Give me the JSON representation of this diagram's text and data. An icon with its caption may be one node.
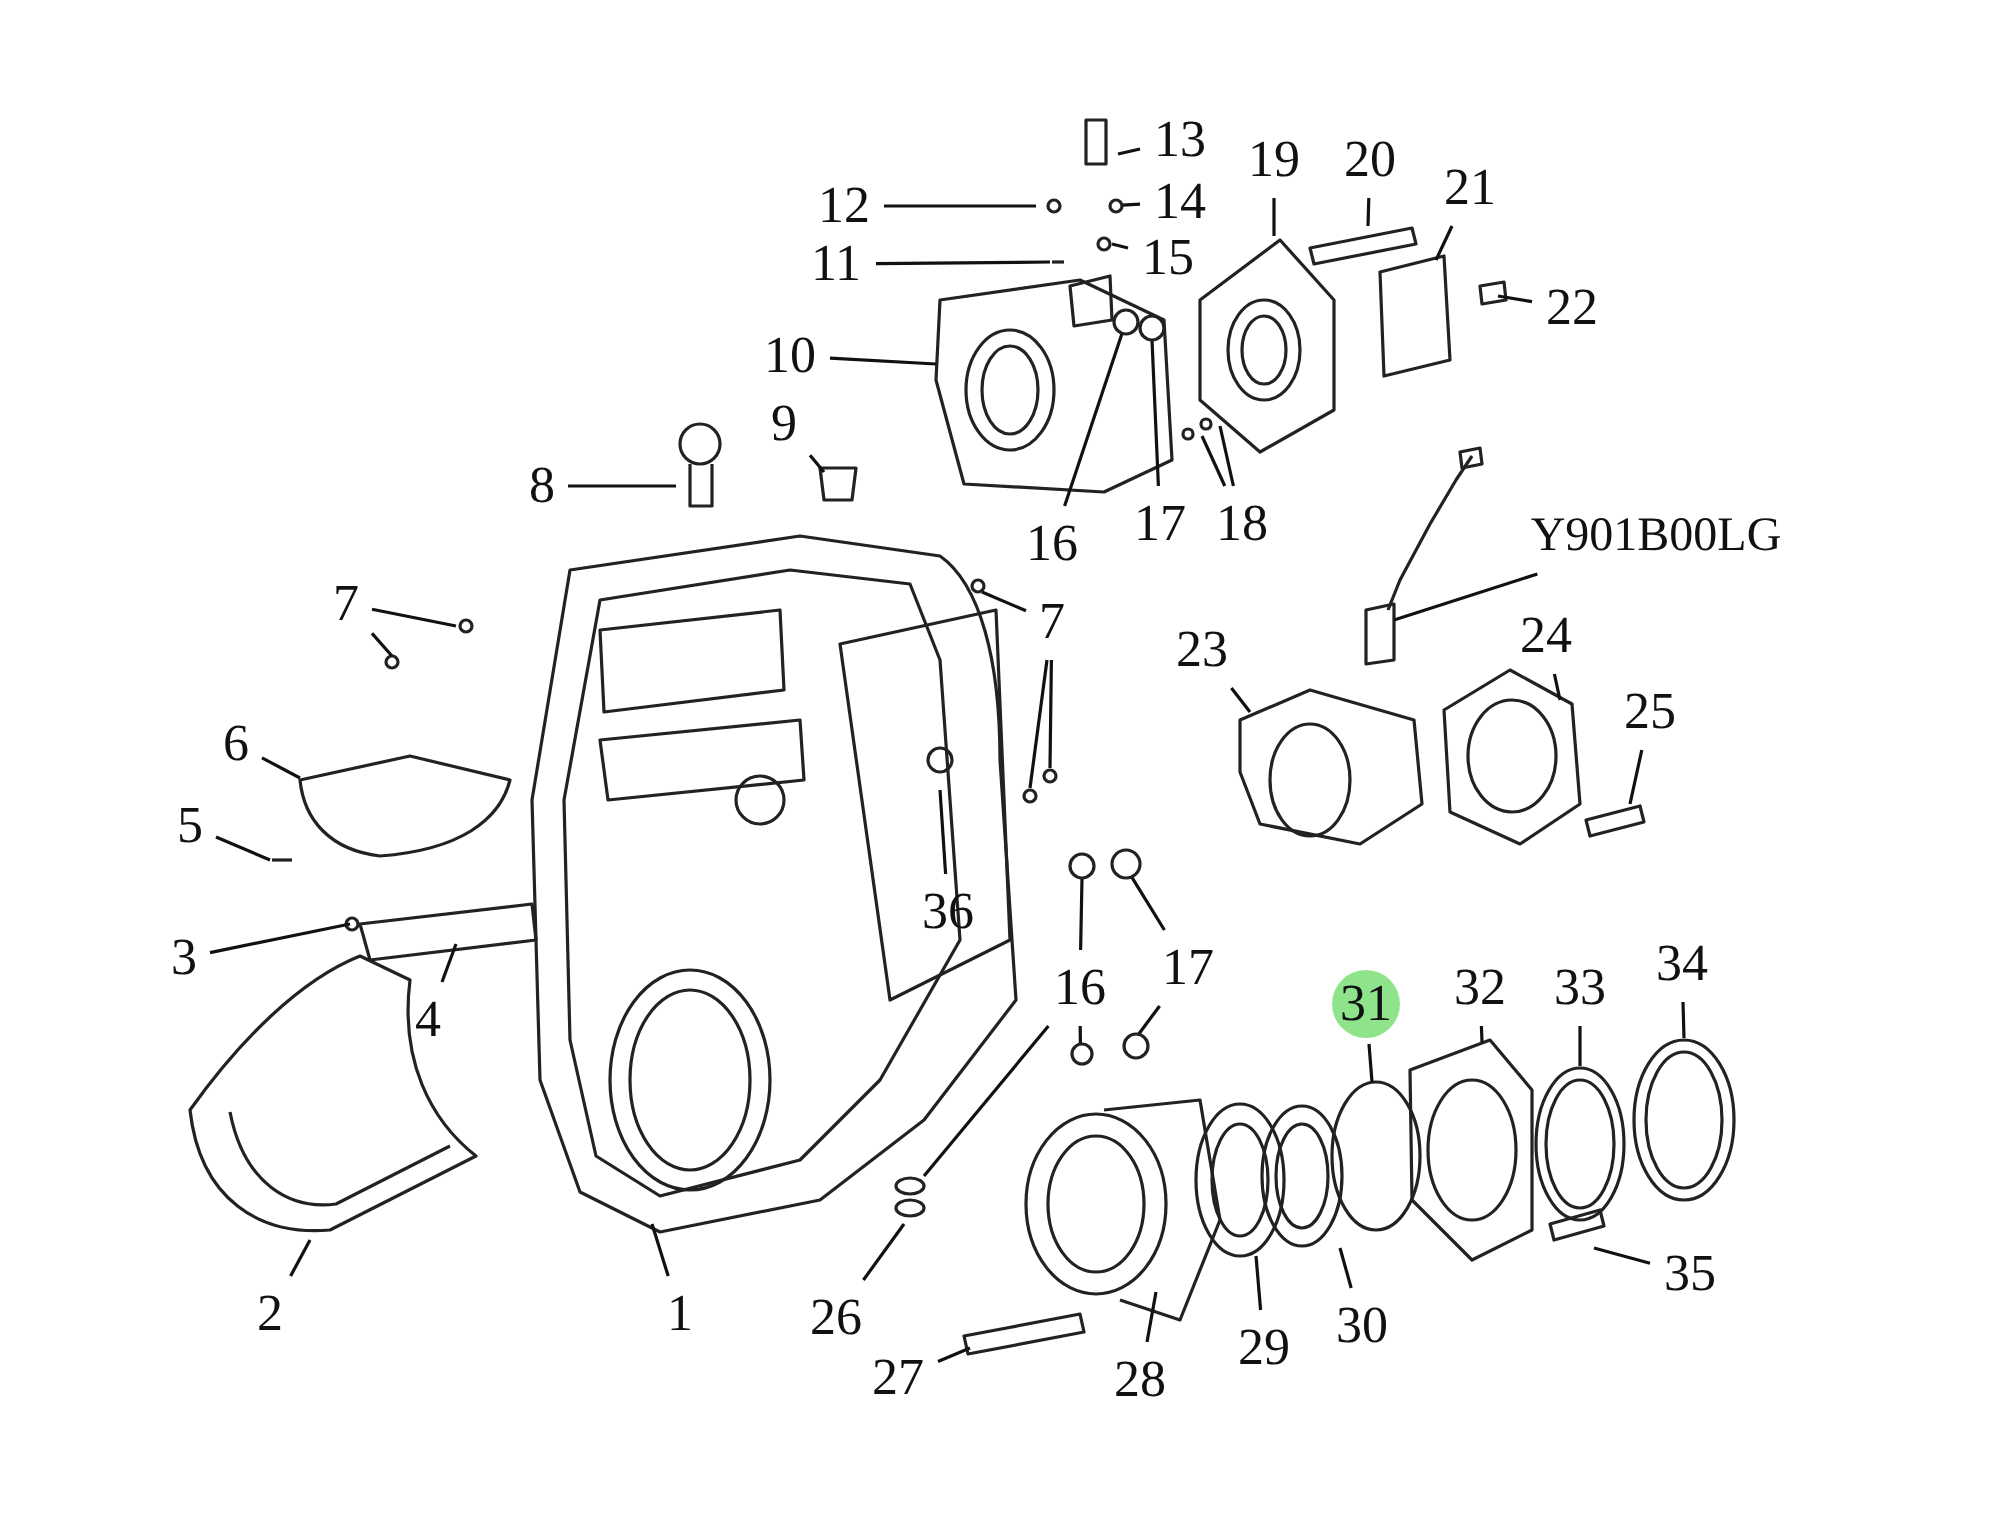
{
  "diagram": {
    "nodes": [
      {
        "text": [
          "13"
        ]
      },
      {
        "text": [
          "19"
        ]
      },
      {
        "text": [
          "20"
        ]
      },
      {
        "text": [
          "21"
        ]
      },
      {
        "text": [
          "12"
        ]
      },
      {
        "text": [
          "14"
        ]
      },
      {
        "text": [
          "11"
        ]
      },
      {
        "text": [
          "15"
        ]
      },
      {
        "text": [
          "22"
        ]
      },
      {
        "text": [
          "10"
        ]
      },
      {
        "text": [
          "9"
        ]
      },
      {
        "text": [
          "8"
        ]
      },
      {
        "text": [
          "16"
        ]
      },
      {
        "text": [
          "17"
        ]
      },
      {
        "text": [
          "18"
        ]
      },
      {
        "text": [
          "Y901B00LG"
        ]
      },
      {
        "text": [
          "7"
        ]
      },
      {
        "text": [
          "7"
        ]
      },
      {
        "text": [
          "24"
        ]
      },
      {
        "text": [
          "23"
        ]
      },
      {
        "text": [
          "25"
        ]
      },
      {
        "text": [
          "6"
        ]
      },
      {
        "text": [
          "5"
        ]
      },
      {
        "text": [
          "36"
        ]
      },
      {
        "text": [
          "3"
        ]
      },
      {
        "text": [
          "17"
        ]
      },
      {
        "text": [
          "4"
        ]
      },
      {
        "text": [
          "16"
        ]
      },
      {
        "text": [
          "31"
        ]
      },
      {
        "text": [
          "32"
        ]
      },
      {
        "text": [
          "33"
        ]
      },
      {
        "text": [
          "34"
        ]
      },
      {
        "text": [
          "35"
        ]
      },
      {
        "text": [
          "2"
        ]
      },
      {
        "text": [
          "1"
        ]
      },
      {
        "text": [
          "26"
        ]
      },
      {
        "text": [
          "29"
        ]
      },
      {
        "text": [
          "30"
        ]
      },
      {
        "text": [
          "27"
        ]
      },
      {
        "text": [
          "28"
        ]
      },
      {
        "text": [],
        "shape": "circle"
      },
      {
        "text": [],
        "shape": "circle"
      },
      {
        "text": [],
        "shape": "circle"
      },
      {
        "text": [],
        "shape": "circle"
      },
      {
        "text": [],
        "shape": "circle"
      },
      {
        "text": [],
        "shape": "circle"
      },
      {
        "text": [],
        "shape": "circle"
      }
    ],
    "edges": [
      {
        "from": 0,
        "to": null,
        "arrow": "none"
      },
      {
        "from": 1,
        "to": null,
        "arrow": "none"
      },
      {
        "from": 2,
        "to": null,
        "arrow": "none"
      },
      {
        "from": 3,
        "to": null,
        "arrow": "none"
      },
      {
        "from": 4,
        "to": null,
        "arrow": "none"
      },
      {
        "from": 5,
        "to": 40,
        "arrow": "none"
      },
      {
        "from": 6,
        "to": null,
        "arrow": "none"
      },
      {
        "from": 7,
        "to": null,
        "arrow": "none"
      },
      {
        "from": 8,
        "to": null,
        "arrow": "none"
      },
      {
        "from": 9,
        "to": null,
        "arrow": "none"
      },
      {
        "from": 10,
        "to": null,
        "arrow": "none"
      },
      {
        "from": 11,
        "to": null,
        "arrow": "none"
      },
      {
        "from": 12,
        "to": 41,
        "arrow": "none"
      },
      {
        "from": 13,
        "to": 42,
        "arrow": "none"
      },
      {
        "from": 14,
        "to": null,
        "arrow": "none"
      },
      {
        "from": 14,
        "to": null,
        "arrow": "none"
      },
      {
        "from": 15,
        "to": null,
        "arrow": "none"
      },
      {
        "from": 16,
        "to": null,
        "arrow": "none"
      },
      {
        "from": 16,
        "to": null,
        "arrow": "none"
      },
      {
        "from": 17,
        "to": null,
        "arrow": "none"
      },
      {
        "from": 17,
        "to": null,
        "arrow": "none"
      },
      {
        "from": 17,
        "to": null,
        "arrow": "none"
      },
      {
        "from": 18,
        "to": null,
        "arrow": "none"
      },
      {
        "from": 19,
        "to": null,
        "arrow": "none"
      },
      {
        "from": 20,
        "to": null,
        "arrow": "none"
      },
      {
        "from": 21,
        "to": null,
        "arrow": "none"
      },
      {
        "from": 22,
        "to": null,
        "arrow": "none"
      },
      {
        "from": 23,
        "to": null,
        "arrow": "none"
      },
      {
        "from": 24,
        "to": null,
        "arrow": "none"
      },
      {
        "from": 25,
        "to": 44,
        "arrow": "none"
      },
      {
        "from": 25,
        "to": 46,
        "arrow": "none"
      },
      {
        "from": 26,
        "to": null,
        "arrow": "none"
      },
      {
        "from": 27,
        "to": 43,
        "arrow": "none"
      },
      {
        "from": 27,
        "to": 45,
        "arrow": "none"
      },
      {
        "from": 27,
        "to": null,
        "arrow": "none"
      },
      {
        "from": 28,
        "to": null,
        "arrow": "none"
      },
      {
        "from": 29,
        "to": null,
        "arrow": "none"
      },
      {
        "from": 30,
        "to": null,
        "arrow": "none"
      },
      {
        "from": 31,
        "to": null,
        "arrow": "none"
      },
      {
        "from": 32,
        "to": null,
        "arrow": "none"
      },
      {
        "from": 33,
        "to": null,
        "arrow": "none"
      },
      {
        "from": 34,
        "to": null,
        "arrow": "none"
      },
      {
        "from": 35,
        "to": null,
        "arrow": "none"
      },
      {
        "from": 36,
        "to": null,
        "arrow": "none"
      },
      {
        "from": 37,
        "to": null,
        "arrow": "none"
      },
      {
        "from": 38,
        "to": null,
        "arrow": "none"
      },
      {
        "from": 39,
        "to": null,
        "arrow": "none"
      }
    ]
  }
}
